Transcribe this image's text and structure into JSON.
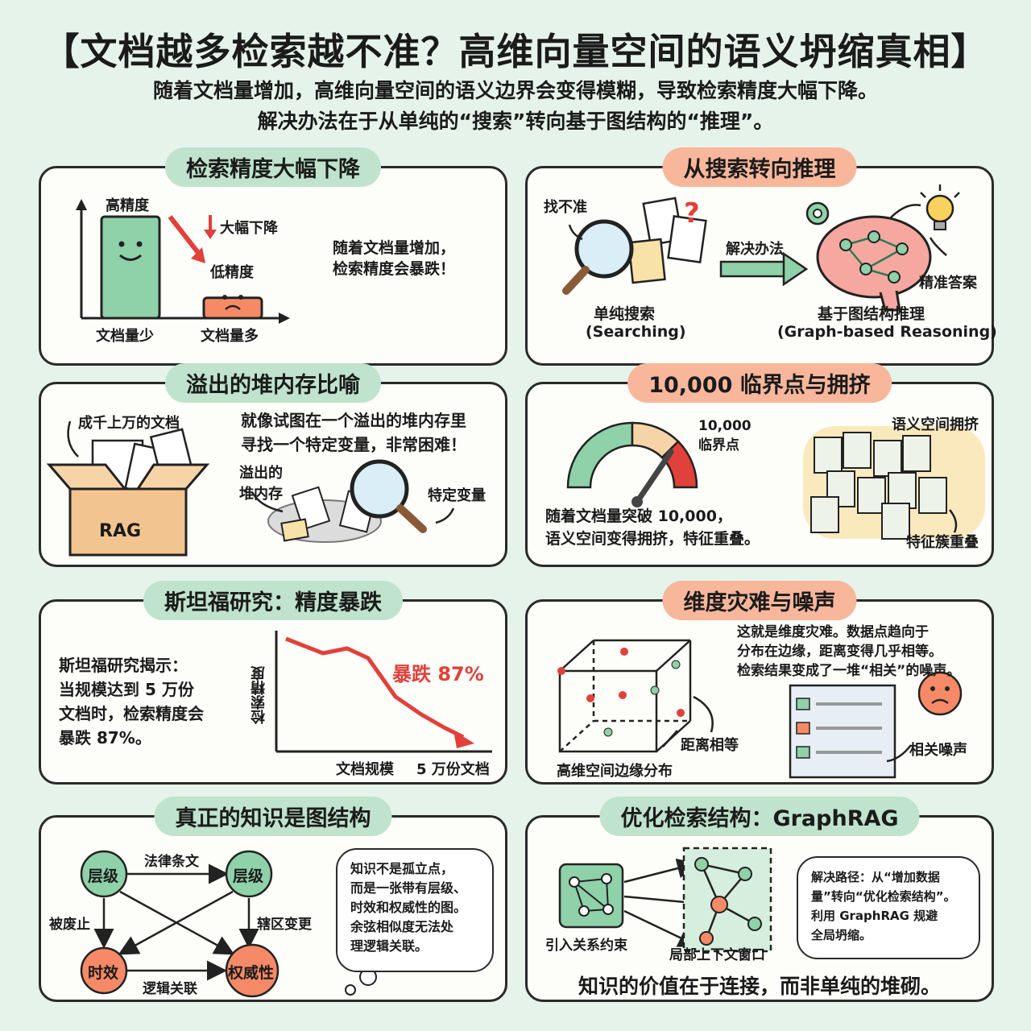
{
  "header": {
    "title": "【文档越多检索越不准？高维向量空间的语义坍缩真相】",
    "subtitle_line1": "随着文档量增加，高维向量空间的语义边界会变得模糊，导致检索精度大幅下降。",
    "subtitle_line2": "解决办法在于从单纯的“搜索”转向基于图结构的“推理”。"
  },
  "panel1": {
    "title": "检索精度大幅下降",
    "high_label": "高精度",
    "drop_label": "大幅下降",
    "low_label": "低精度",
    "x_left": "文档量少",
    "x_right": "文档量多",
    "desc": "随着文档量增加，\n检索精度会暴跌！",
    "bars": [
      {
        "name": "文档量少",
        "value": 1.0,
        "color": "#8fd1a8"
      },
      {
        "name": "文档量多",
        "value": 0.2,
        "color": "#f68a67"
      }
    ]
  },
  "panel2": {
    "title": "从搜索转向推理",
    "inaccurate": "找不准",
    "question_mark": "?",
    "solution": "解决办法",
    "precise": "精准答案",
    "left_caption_1": "单纯搜索",
    "left_caption_2": "(Searching)",
    "right_caption_1": "基于图结构推理",
    "right_caption_2": "(Graph-based Reasoning)"
  },
  "panel3": {
    "title": "溢出的堆内存比喻",
    "docs_label": "成千上万的文档",
    "desc": "就像试图在一个溢出的堆内存里\n寻找一个特定变量，非常困难！",
    "heap_label": "溢出的\n堆内存",
    "var_label": "特定变量",
    "box_label": "RAG"
  },
  "panel4": {
    "title": "10,000 临界点与拥挤",
    "critical_label": "10,000\n临界点",
    "crowded_label": "语义空间拥挤",
    "overlap_label": "特征簇重叠",
    "desc": "随着文档量突破 10,000，\n语义空间变得拥挤，特征重叠。"
  },
  "panel5": {
    "title": "斯坦福研究：精度暴跌",
    "desc": "斯坦福研究揭示：\n当规模达到 5 万份\n文档时，检索精度会\n暴跌 87%。",
    "ylabel": "检索精度",
    "xlabel": "文档规模",
    "xend": "5 万份文档",
    "drop_label": "暴跌 87%"
  },
  "panel6": {
    "title": "维度灾难与噪声",
    "desc": "这就是维度灾难。数据点趋向于\n分布在边缘，距离变得几乎相等。\n检索结果变成了一堆“相关”的噪声。",
    "distance_label": "距离相等",
    "cube_label": "高维空间边缘分布",
    "noise_label": "相关噪声"
  },
  "panel7": {
    "title": "真正的知识是图结构",
    "nodes": [
      "层级",
      "层级",
      "时效",
      "权威性"
    ],
    "edge_top": "法律条文",
    "edge_left": "被废止",
    "edge_right": "辖区变更",
    "edge_bottom": "逻辑关联",
    "bubble": "知识不是孤立点，\n而是一张带有层级、\n时效和权威性的图。\n余弦相似度无法处\n理逻辑关联。"
  },
  "panel8": {
    "title": "优化检索结构：GraphRAG",
    "constraint_label": "引入关系约束",
    "window_label": "局部上下文窗口",
    "bubble": "解决路径：从“增加数据\n量”转向“优化检索结构”。\n利用 GraphRAG 规避\n全局坍缩。",
    "footer": "知识的价值在于连接，而非单纯的堆砌。"
  },
  "colors": {
    "green": "#8fd1a8",
    "orange": "#f68a67",
    "pill_green": "#bfe3cc",
    "pill_orange": "#f8b79b",
    "red": "#e0413a"
  }
}
